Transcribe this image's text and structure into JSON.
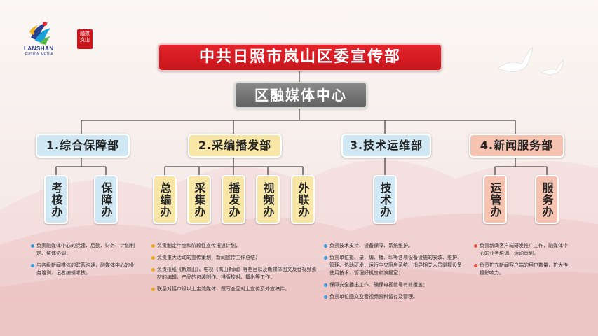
{
  "logo": {
    "name": "LANSHAN",
    "subname": "FUSION MEDIA",
    "seal_text": "融媒岚山"
  },
  "title": "中共日照市岚山区委宣传部",
  "center": "区融媒体中心",
  "departments": [
    {
      "label": "1.综合保障部",
      "offices": [
        "考核办",
        "保障办"
      ],
      "duties": [
        "负责融媒体中心的党建、后勤、财务、计划制定、整体协调；",
        "与各级新闻媒体的联系沟通，融媒体中心的业务培训、记者编辑考核。"
      ]
    },
    {
      "label": "2.采编播发部",
      "offices": [
        "总编办",
        "采集办",
        "播发办",
        "视频办",
        "外联办"
      ],
      "duties": [
        "负责制定年度和阶段性宣传报道计划，",
        "负责重大活动的宣传策划，新闻宣传工作总结；",
        "负责报纸《新岚山》、电视《岚山新闻》等栏目以及新媒体图文及音视频素材的编辑、产品的包装制作、排版校对、播出等工作；",
        "联系对接市级以上主流媒体，撰写全区对上宣传及外宣稿件。"
      ]
    },
    {
      "label": "3.技术运维部",
      "offices": [
        "技术办"
      ],
      "duties": [
        "负责技术支持、设备保障、系统维护。",
        "负责单位摄、录、编、播、印等各项设备设施的安装、维护、管理、协助研发，运行中央厨房系统、指导相关人员掌握设备使用技术、管理好机房和演播室；",
        "保障安全播出工作、确保电视信号有效覆盖；",
        "负责单位图文及音视频资料留存及管理。"
      ]
    },
    {
      "label": "4.新闻服务部",
      "offices": [
        "运管办",
        "服务办"
      ],
      "duties": [
        "负责新闻客户端研发推广工作，融媒体中心的业务培训、活动策划。",
        "负责扩充新闻客户端的用户数量，扩大传播影响力。"
      ]
    }
  ],
  "colors": {
    "title_red": "#c8161d",
    "center_gray": "#6e6e6e",
    "blue": "#cfe8f3",
    "yellow": "#f7e6a5",
    "salmon": "#f6c3b1",
    "line": "#4a4a4a"
  }
}
